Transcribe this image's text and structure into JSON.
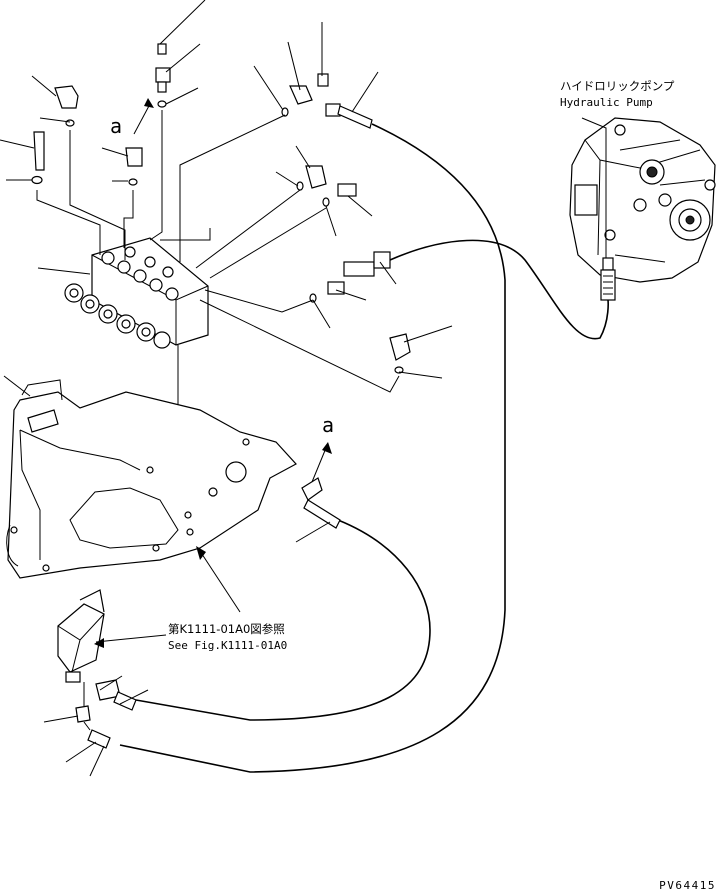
{
  "labels": {
    "ref_a_top": "a",
    "ref_a_mid": "a",
    "pump_jp": "ハイドロリックポンプ",
    "pump_en": "Hydraulic Pump",
    "ref_jp": "第K1111-01A0図参照",
    "ref_en": "See Fig.K1111-01A0",
    "drawing_code": "PV64415"
  },
  "colors": {
    "ink": "#000000",
    "paper": "#ffffff"
  }
}
